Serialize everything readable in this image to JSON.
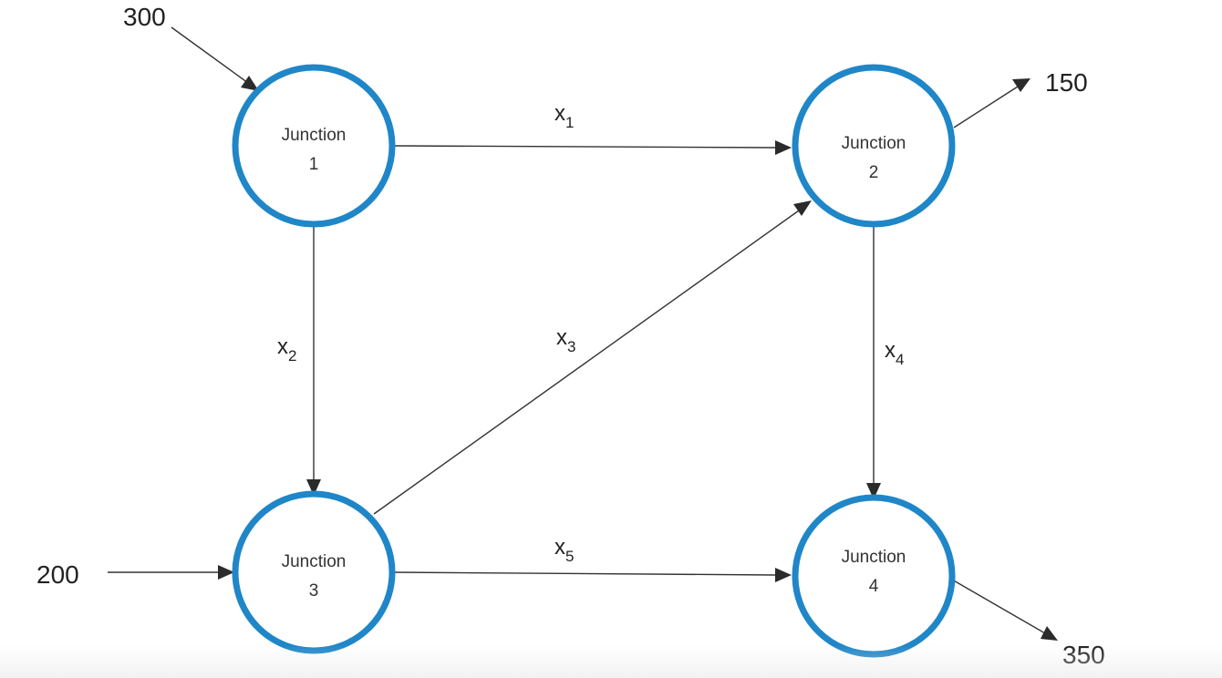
{
  "junctions": [
    {
      "id": "j1",
      "line1": "Junction",
      "line2": "1"
    },
    {
      "id": "j2",
      "line1": "Junction",
      "line2": "2"
    },
    {
      "id": "j3",
      "line1": "Junction",
      "line2": "3"
    },
    {
      "id": "j4",
      "line1": "Junction",
      "line2": "4"
    }
  ],
  "edges": [
    {
      "from": "j1",
      "to": "j2",
      "var": "x",
      "sub": "1"
    },
    {
      "from": "j1",
      "to": "j3",
      "var": "x",
      "sub": "2"
    },
    {
      "from": "j3",
      "to": "j2",
      "var": "x",
      "sub": "3"
    },
    {
      "from": "j2",
      "to": "j4",
      "var": "x",
      "sub": "4"
    },
    {
      "from": "j3",
      "to": "j4",
      "var": "x",
      "sub": "5"
    }
  ],
  "external_flows": [
    {
      "junction": "j1",
      "direction": "in",
      "value": "300"
    },
    {
      "junction": "j2",
      "direction": "out",
      "value": "150"
    },
    {
      "junction": "j3",
      "direction": "in",
      "value": "200"
    },
    {
      "junction": "j4",
      "direction": "out",
      "value": "350"
    }
  ],
  "colors": {
    "node_stroke": "#1f86c8",
    "edge": "#333333",
    "text": "#222222"
  }
}
